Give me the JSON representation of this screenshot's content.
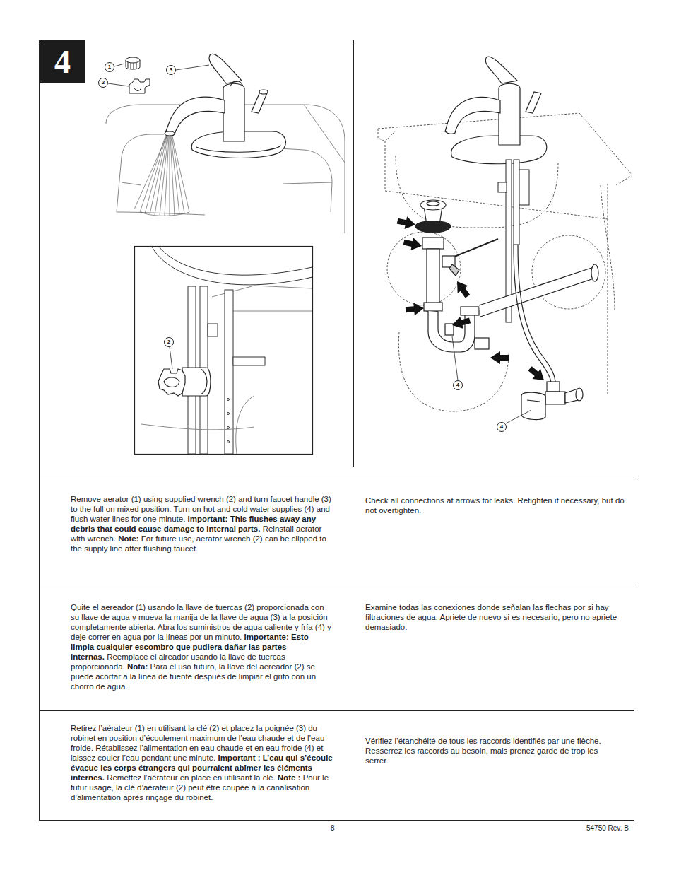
{
  "diagram": {
    "nodes": [
      {
        "text": [
          "4"
        ]
      },
      {
        "text": [
          "1"
        ]
      },
      {
        "text": [
          "2"
        ]
      },
      {
        "text": [
          "3"
        ]
      },
      {
        "text": [
          "2"
        ]
      },
      {
        "text": [
          "4"
        ]
      },
      {
        "text": [
          "4"
        ]
      }
    ],
    "labels": [
      "Remove aerator (1) using supplied wrench (2) and turn faucet handle (3) to the full on mixed position. Turn on hot and cold water supplies (4) and flush water lines for one minute.",
      "Important: This flushes away any debris that could cause damage to internal parts.",
      "Reinstall aerator with wrench.",
      "Note:",
      "For future use, aerator wrench (2) can be clipped to the supply line after flushing faucet.",
      "Check all connections at arrows for leaks. Retighten if necessary, but do not overtighten.",
      "Quite el aereador (1) usando la llave de tuercas (2) proporcionada con su llave de agua y mueva la manija de la llave de agua (3) a la posición completamente abierta. Abra los suministros de agua caliente y fría (4) y deje correr en agua por la líneas por un minuto.",
      "Importante: Esto limpia cualquier escombro que pudiera dañar las partes internas.",
      "Reemplace el aireador usando la llave de tuercas proporcionada.",
      "Nota:",
      "Para el uso futuro, la llave del aereador (2) se puede acortar a la línea de fuente después de limpiar el grifo con un chorro de agua.",
      "Examine todas las conexiones donde señalan las flechas por si hay filtraciones de agua. Apriete de nuevo si es necesario, pero no apriete demasiado.",
      "Retirez l’aérateur (1) en utilisant la clé (2) et placez la poignée (3) du robinet en position d’écoulement maximum de l’eau chaude et de l’eau froide. Rétablissez l’alimentation en eau chaude et en eau froide (4) et laissez couler l’eau pendant une minute.",
      "Important : L’eau qui s’écoule évacue les corps étrangers qui pourraient abîmer les éléments internes.",
      "Remettez l’aérateur en place en utilisant la clé.",
      "Note :",
      "Pour le futur usage, la clé d’aérateur (2) peut être coupée à la canalisation d’alimentation après rinçage du robinet.",
      "Vérifiez l’étanchéité de tous les raccords identifiés par une flèche. Resserrez les raccords au besoin, mais prenez garde de trop les serrer.",
      "8",
      "54750 Rev. B"
    ]
  }
}
